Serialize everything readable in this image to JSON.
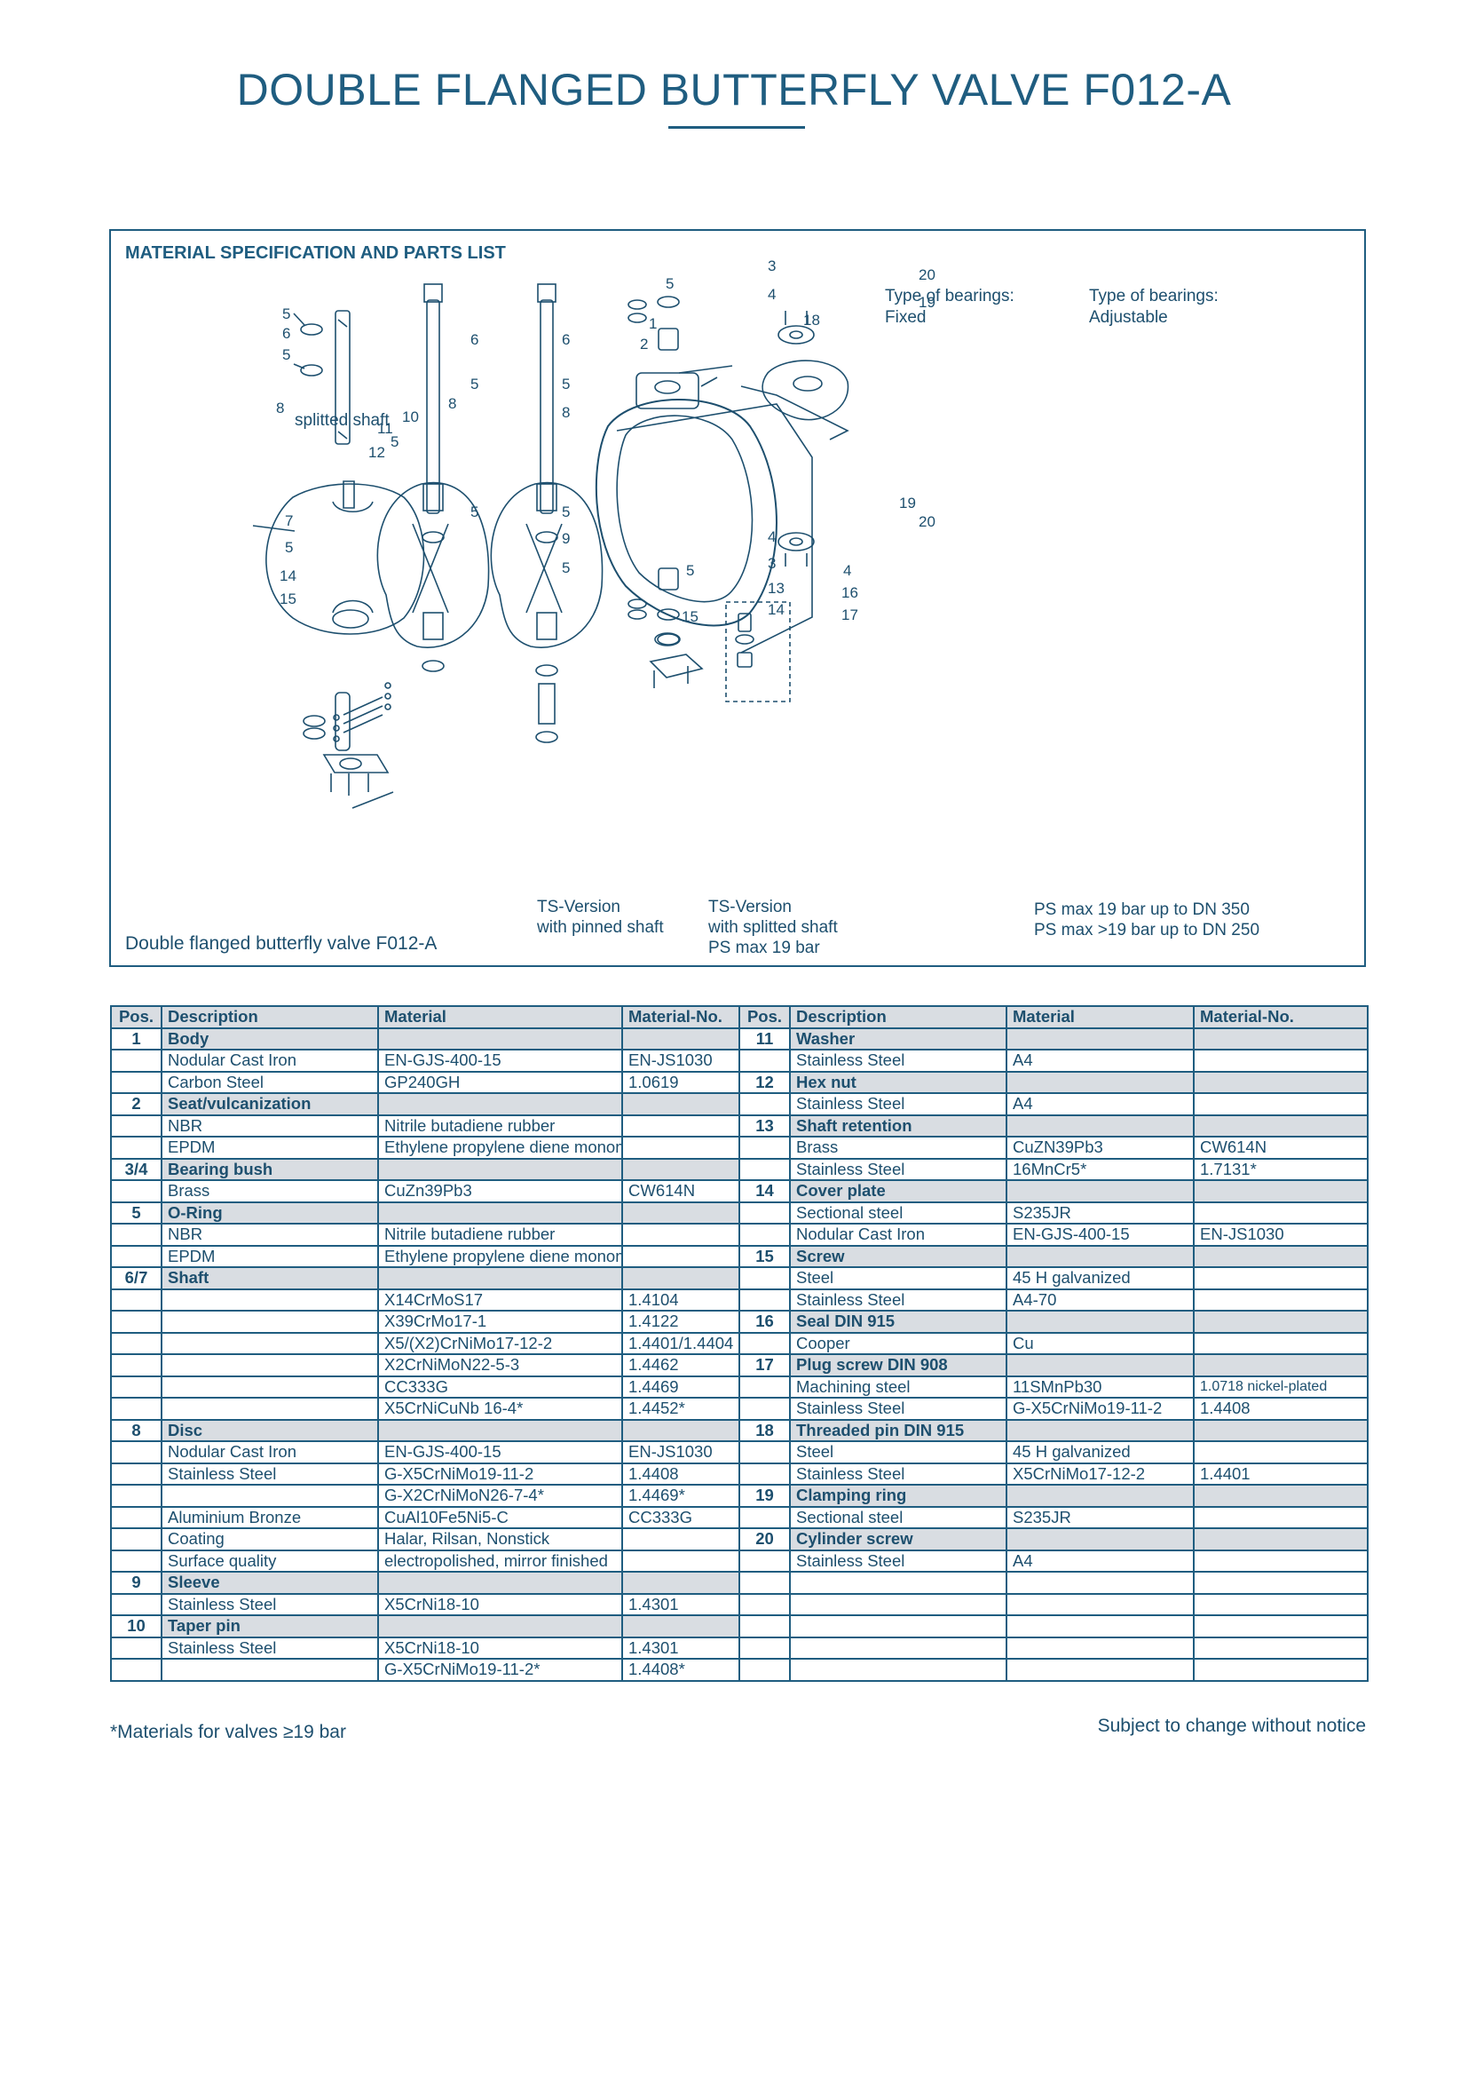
{
  "title": "DOUBLE FLANGED BUTTERFLY VALVE F012-A",
  "spec": {
    "heading": "MATERIAL SPECIFICATION AND PARTS LIST",
    "bearings_fixed_1": "Type of bearings:",
    "bearings_fixed_2": "Fixed",
    "bearings_adj_1": "Type of bearings:",
    "bearings_adj_2": "Adjustable",
    "splitted_shaft": "splitted shaft",
    "ts_pinned_1": "TS-Version",
    "ts_pinned_2": "with pinned shaft",
    "ts_split_1": "TS-Version",
    "ts_split_2": "with splitted shaft",
    "ts_split_3": "PS max 19 bar",
    "ps_1": "PS max 19 bar up to DN 350",
    "ps_2": "PS max >19 bar up to DN 250",
    "caption": "Double flanged butterfly valve F012-A"
  },
  "table": {
    "headers": [
      "Pos.",
      "Description",
      "Material",
      "Material-No.",
      "Pos.",
      "Description",
      "Material",
      "Material-No."
    ],
    "rows": [
      [
        {
          "pos": "1",
          "desc": "Body",
          "sec": true
        },
        {
          "pos": "11",
          "desc": "Washer",
          "sec": true
        }
      ],
      [
        {
          "desc": "Nodular Cast Iron",
          "mat": "EN-GJS-400-15",
          "no": "EN-JS1030"
        },
        {
          "desc": "Stainless Steel",
          "mat": "A4"
        }
      ],
      [
        {
          "desc": "Carbon Steel",
          "mat": "GP240GH",
          "no": "1.0619"
        },
        {
          "pos": "12",
          "desc": "Hex nut",
          "sec": true
        }
      ],
      [
        {
          "pos": "2",
          "desc": "Seat/vulcanization",
          "sec": true
        },
        {
          "desc": "Stainless Steel",
          "mat": "A4"
        }
      ],
      [
        {
          "desc": "NBR",
          "mat": "Nitrile butadiene rubber"
        },
        {
          "pos": "13",
          "desc": "Shaft retention",
          "sec": true
        }
      ],
      [
        {
          "desc": "EPDM",
          "mat": "Ethylene propylene diene monomer rubber"
        },
        {
          "desc": "Brass",
          "mat": "CuZN39Pb3",
          "no": "CW614N"
        }
      ],
      [
        {
          "pos": "3/4",
          "desc": "Bearing bush",
          "sec": true
        },
        {
          "desc": "Stainless Steel",
          "mat": "16MnCr5*",
          "no": "1.7131*"
        }
      ],
      [
        {
          "desc": "Brass",
          "mat": "CuZn39Pb3",
          "no": "CW614N"
        },
        {
          "pos": "14",
          "desc": "Cover plate",
          "sec": true
        }
      ],
      [
        {
          "pos": "5",
          "desc": "O-Ring",
          "sec": true
        },
        {
          "desc": "Sectional steel",
          "mat": "S235JR"
        }
      ],
      [
        {
          "desc": "NBR",
          "mat": "Nitrile butadiene rubber"
        },
        {
          "desc": "Nodular Cast Iron",
          "mat": "EN-GJS-400-15",
          "no": "EN-JS1030"
        }
      ],
      [
        {
          "desc": "EPDM",
          "mat": "Ethylene propylene diene monomer rubber"
        },
        {
          "pos": "15",
          "desc": "Screw",
          "sec": true
        }
      ],
      [
        {
          "pos": "6/7",
          "desc": "Shaft",
          "sec": true
        },
        {
          "desc": "Steel",
          "mat": "45 H galvanized"
        }
      ],
      [
        {
          "mat": "X14CrMoS17",
          "no": "1.4104"
        },
        {
          "desc": "Stainless Steel",
          "mat": "A4-70"
        }
      ],
      [
        {
          "mat": "X39CrMo17-1",
          "no": "1.4122"
        },
        {
          "pos": "16",
          "desc": "Seal DIN 915",
          "sec": true
        }
      ],
      [
        {
          "mat": "X5/(X2)CrNiMo17-12-2",
          "no": "1.4401/1.4404"
        },
        {
          "desc": "Cooper",
          "mat": "Cu"
        }
      ],
      [
        {
          "mat": "X2CrNiMoN22-5-3",
          "no": "1.4462"
        },
        {
          "pos": "17",
          "desc": "Plug screw DIN 908",
          "sec": true
        }
      ],
      [
        {
          "mat": "CC333G",
          "no": "1.4469"
        },
        {
          "desc": "Machining steel",
          "mat": "11SMnPb30",
          "no": "1.0718 nickel-plated"
        }
      ],
      [
        {
          "mat": "X5CrNiCuNb 16-4*",
          "no": "1.4452*"
        },
        {
          "desc": "Stainless Steel",
          "mat": "G-X5CrNiMo19-11-2",
          "no": "1.4408"
        }
      ],
      [
        {
          "pos": "8",
          "desc": "Disc",
          "sec": true
        },
        {
          "pos": "18",
          "desc": "Threaded pin DIN 915",
          "sec": true
        }
      ],
      [
        {
          "desc": "Nodular Cast Iron",
          "mat": "EN-GJS-400-15",
          "no": "EN-JS1030"
        },
        {
          "desc": "Steel",
          "mat": "45 H galvanized"
        }
      ],
      [
        {
          "desc": "Stainless Steel",
          "mat": "G-X5CrNiMo19-11-2",
          "no": "1.4408"
        },
        {
          "desc": "Stainless Steel",
          "mat": "X5CrNiMo17-12-2",
          "no": "1.4401"
        }
      ],
      [
        {
          "mat": "G-X2CrNiMoN26-7-4*",
          "no": "1.4469*"
        },
        {
          "pos": "19",
          "desc": "Clamping ring",
          "sec": true
        }
      ],
      [
        {
          "desc": "Aluminium Bronze",
          "mat": "CuAl10Fe5Ni5-C",
          "no": "CC333G"
        },
        {
          "desc": "Sectional steel",
          "mat": "S235JR"
        }
      ],
      [
        {
          "desc": "Coating",
          "mat": "Halar, Rilsan, Nonstick"
        },
        {
          "pos": "20",
          "desc": "Cylinder screw",
          "sec": true
        }
      ],
      [
        {
          "desc": "Surface quality",
          "mat": "electropolished, mirror finished"
        },
        {
          "desc": "Stainless Steel",
          "mat": "A4"
        }
      ],
      [
        {
          "pos": "9",
          "desc": "Sleeve",
          "sec": true
        },
        {}
      ],
      [
        {
          "desc": "Stainless Steel",
          "mat": "X5CrNi18-10",
          "no": "1.4301"
        },
        {}
      ],
      [
        {
          "pos": "10",
          "desc": "Taper pin",
          "sec": true
        },
        {}
      ],
      [
        {
          "desc": "Stainless Steel",
          "mat": "X5CrNi18-10",
          "no": "1.4301"
        },
        {}
      ],
      [
        {
          "mat": "G-X5CrNiMo19-11-2*",
          "no": "1.4408*"
        },
        {}
      ]
    ]
  },
  "footnote": "*Materials for valves ≥19 bar",
  "notice": "Subject to change without notice",
  "callouts": [
    "1",
    "2",
    "3",
    "4",
    "5",
    "6",
    "7",
    "8",
    "9",
    "10",
    "11",
    "12",
    "13",
    "14",
    "15",
    "16",
    "17",
    "18",
    "19",
    "20"
  ]
}
